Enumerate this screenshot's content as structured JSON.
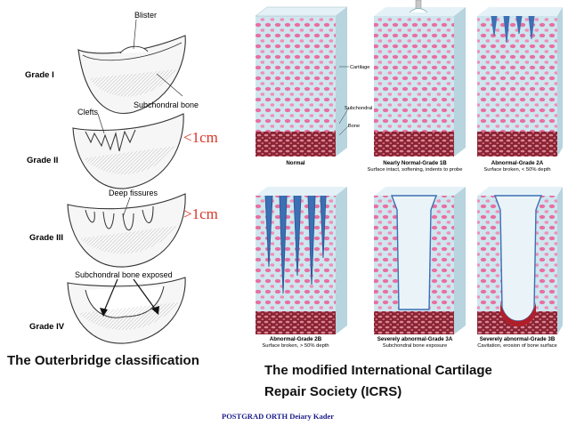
{
  "outerbridge": {
    "grades": [
      {
        "label": "Grade I",
        "annotation": "Blister"
      },
      {
        "label": "Grade II",
        "annotation": "Clefts"
      },
      {
        "label": "Grade III",
        "annotation": "Deep fissures"
      },
      {
        "label": "Grade IV",
        "annotation": "Subchondral bone exposed"
      }
    ],
    "subchondral_label": "Subchondral bone",
    "size_small": "<1cm",
    "size_large": ">1cm",
    "title": "The Outerbridge classification"
  },
  "icrs": {
    "side_labels": [
      "Cartilage",
      "Subchondral plate",
      "Bone"
    ],
    "panels": [
      {
        "title": "Normal",
        "subtitle": ""
      },
      {
        "title": "Nearly Normal-Grade 1B",
        "subtitle": "Surface intact, softening, indents to probe"
      },
      {
        "title": "Abnormal-Grade 2A",
        "subtitle": "Surface broken, < 50% depth"
      },
      {
        "title": "Abnormal-Grade 2B",
        "subtitle": "Surface broken, > 50% depth"
      },
      {
        "title": "Severely abnormal-Grade 3A",
        "subtitle": "Subchondral bone exposure"
      },
      {
        "title": "Severely abnormal-Grade 3B",
        "subtitle": "Cavitation, erosion of bone surface"
      }
    ],
    "title_line1": "The modified International Cartilage",
    "title_line2": "Repair Society (ICRS)"
  },
  "credit": "POSTGRAD ORTH Deiary Kader",
  "colors": {
    "cartilage": "#cfe6ef",
    "chondrocyte": "#e96fa1",
    "bone": "#8a2332",
    "damage": "#3c6fb3",
    "size_text": "#d9372a",
    "credit_text": "#1c1b8a"
  }
}
